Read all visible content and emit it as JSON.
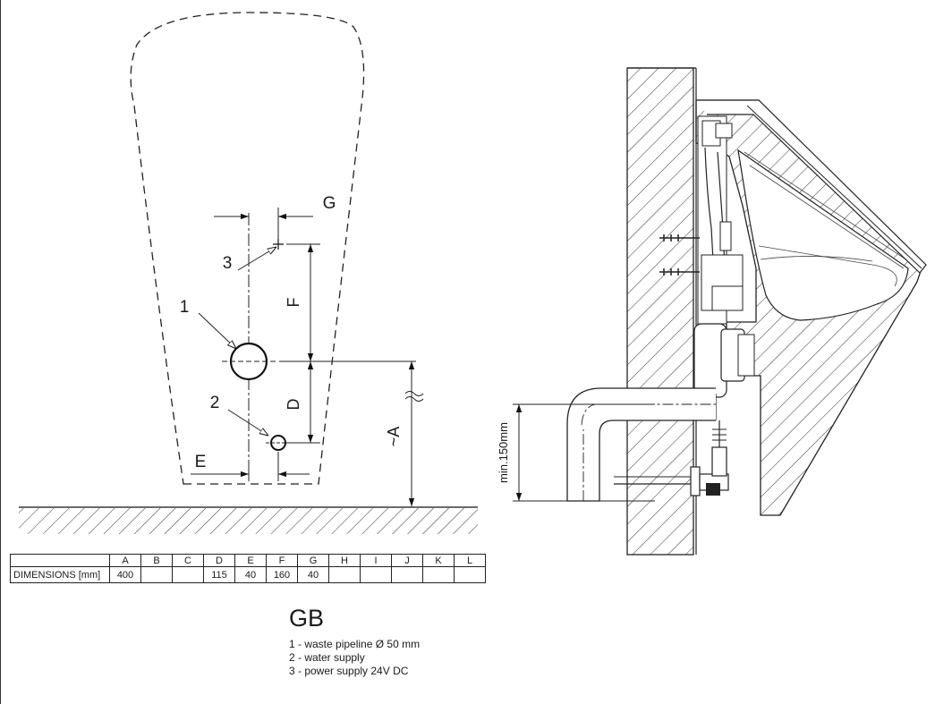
{
  "diagram": {
    "labels": {
      "item_1": "1",
      "item_2": "2",
      "item_3": "3",
      "dim_d": "D",
      "dim_e": "E",
      "dim_f": "F",
      "dim_g": "G",
      "dim_a": "~A",
      "min_height": "min.150mm"
    }
  },
  "table": {
    "row_label": "DIMENSIONS [mm]",
    "columns": [
      "A",
      "B",
      "C",
      "D",
      "E",
      "F",
      "G",
      "H",
      "I",
      "J",
      "K",
      "L"
    ],
    "values": [
      "400",
      "",
      "",
      "115",
      "40",
      "160",
      "40",
      "",
      "",
      "",
      "",
      ""
    ]
  },
  "legend": {
    "code": "GB",
    "items": [
      "1 - waste pipeline Ø 50 mm",
      "2 - water supply",
      "3 - power supply 24V DC"
    ]
  }
}
